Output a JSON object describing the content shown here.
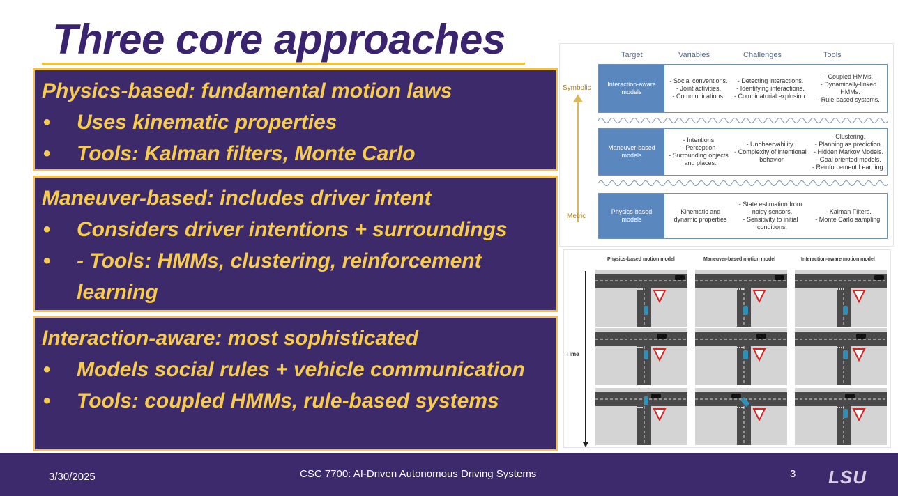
{
  "slide": {
    "title": "Three core approaches"
  },
  "boxes": [
    {
      "head": "Physics-based: fundamental motion laws",
      "bullets": [
        "Uses kinematic properties",
        "Tools: Kalman filters, Monte Carlo"
      ]
    },
    {
      "head": "Maneuver-based: includes driver intent",
      "bullets": [
        "Considers driver intentions + surroundings",
        "- Tools: HMMs, clustering, reinforcement learning"
      ]
    },
    {
      "head": "Interaction-aware: most sophisticated",
      "bullets": [
        "Models social rules + vehicle communication",
        "Tools: coupled HMMs, rule-based systems"
      ]
    }
  ],
  "bullet_glyph": "•",
  "diagram1": {
    "columns": [
      "Target",
      "Variables",
      "Challenges",
      "Tools"
    ],
    "axis_top": "Symbolic",
    "axis_bottom": "Metric",
    "rows": [
      {
        "model": "Interaction-aware models",
        "variables": [
          "- Social conventions.",
          "- Joint activities.",
          "- Communications."
        ],
        "challenges": [
          "- Detecting interactions.",
          "- Identifying interactions.",
          "- Combinatorial explosion."
        ],
        "tools": [
          "- Coupled HMMs.",
          "- Dynamically-linked",
          "  HMMs.",
          "- Rule-based systems."
        ]
      },
      {
        "model": "Maneuver-based models",
        "variables": [
          "- Intentions",
          "- Perception",
          "- Surrounding objects",
          "  and places."
        ],
        "challenges": [
          "- Unobservability.",
          "- Complexity of intentional",
          "  behavior."
        ],
        "tools": [
          "- Clustering.",
          "- Planning as prediction.",
          "- Hidden Markov Models.",
          "- Goal oriented models.",
          "- Reinforcement Learning."
        ]
      },
      {
        "model": "Physics-based models",
        "variables": [
          "- Kinematic and",
          "  dynamic properties"
        ],
        "challenges": [
          "- State estimation from",
          "  noisy sensors.",
          "- Sensitivity to initial",
          "  conditions."
        ],
        "tools": [
          "- Kalman Filters.",
          "- Monte Carlo sampling."
        ]
      }
    ]
  },
  "diagram2": {
    "columns": [
      "Physics-based motion model",
      "Maneuver-based motion model",
      "Interaction-aware motion model"
    ],
    "time_label": "Time"
  },
  "footer": {
    "date": "3/30/2025",
    "course": "CSC 7700:  AI-Driven Autonomous Driving Systems",
    "page": "3",
    "logo": "LSU"
  },
  "colors": {
    "purple": "#3c2a6b",
    "gold": "#f7cb4d",
    "title": "#3a2470",
    "model_blue": "#5b87bf"
  }
}
